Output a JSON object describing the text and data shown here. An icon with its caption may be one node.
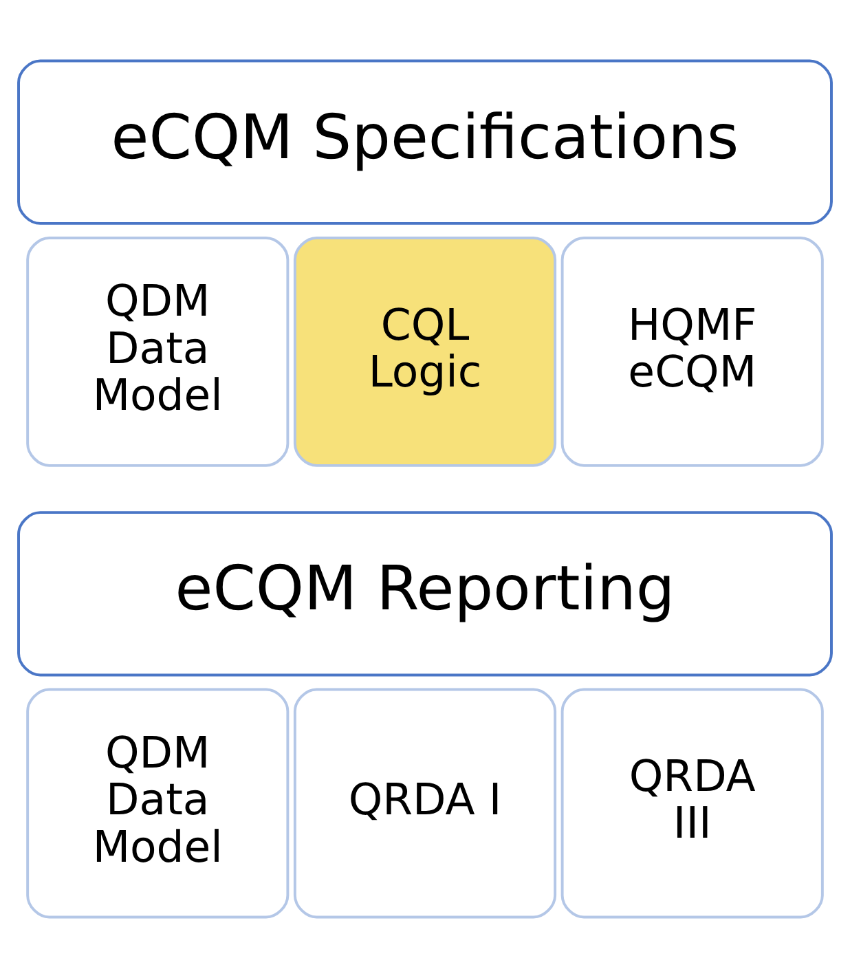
{
  "diagram": {
    "nodes": [
      {
        "text": [
          "eCQM Specifications"
        ]
      },
      {
        "text": [
          "QDM Data Model"
        ]
      },
      {
        "text": [
          "CQL Logic"
        ]
      },
      {
        "text": [
          "HQMF eCQM"
        ]
      },
      {
        "text": [
          "eCQM Reporting"
        ]
      },
      {
        "text": [
          "QDM Data Model"
        ]
      },
      {
        "text": [
          "QRDA I"
        ]
      },
      {
        "text": [
          "QRDA III"
        ]
      }
    ]
  }
}
